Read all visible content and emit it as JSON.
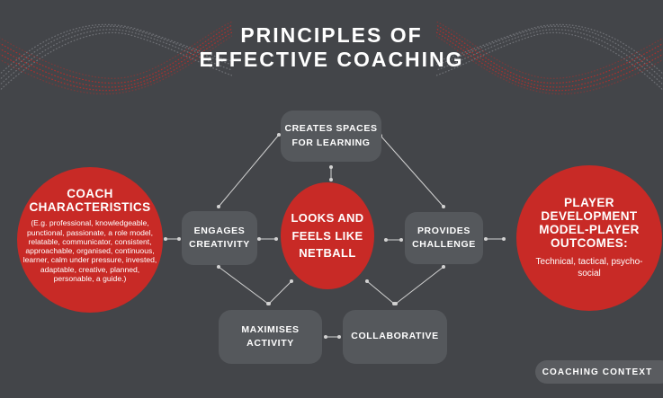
{
  "title": {
    "line1": "PRINCIPLES OF",
    "line2": "EFFECTIVE COACHING"
  },
  "nodes": {
    "coach": {
      "heading": "COACH CHARACTERISTICS",
      "body": "(E.g. professional, knowledgeable, punctional, passionate, a role model, relatable, communicator, consistent, approachable, organised, continuous, learner, calm under pressure, invested, adaptable, creative, planned, personable, a guide.)"
    },
    "creates_spaces": {
      "label": "CREATES SPACES FOR LEARNING"
    },
    "engages": {
      "label": "ENGAGES CREATIVITY"
    },
    "center": {
      "label": "LOOKS AND FEELS LIKE NETBALL"
    },
    "provides": {
      "label": "PROVIDES CHALLENGE"
    },
    "maximises": {
      "label": "MAXIMISES ACTIVITY"
    },
    "collaborative": {
      "label": "COLLABORATIVE"
    },
    "player": {
      "heading": "PLAYER DEVELOPMENT MODEL-PLAYER OUTCOMES:",
      "body": "Technical, tactical, psycho-social"
    }
  },
  "badge": {
    "label": "COACHING CONTEXT"
  },
  "icons": {
    "wave_left": "dotted-wave-pattern",
    "wave_right": "dotted-wave-pattern"
  },
  "colors": {
    "background": "#434549",
    "accent_red": "#c82a26",
    "node_gray": "#55585c",
    "badge_gray": "#5a5c60",
    "text": "#ffffff",
    "connector": "#d2d2d2"
  }
}
